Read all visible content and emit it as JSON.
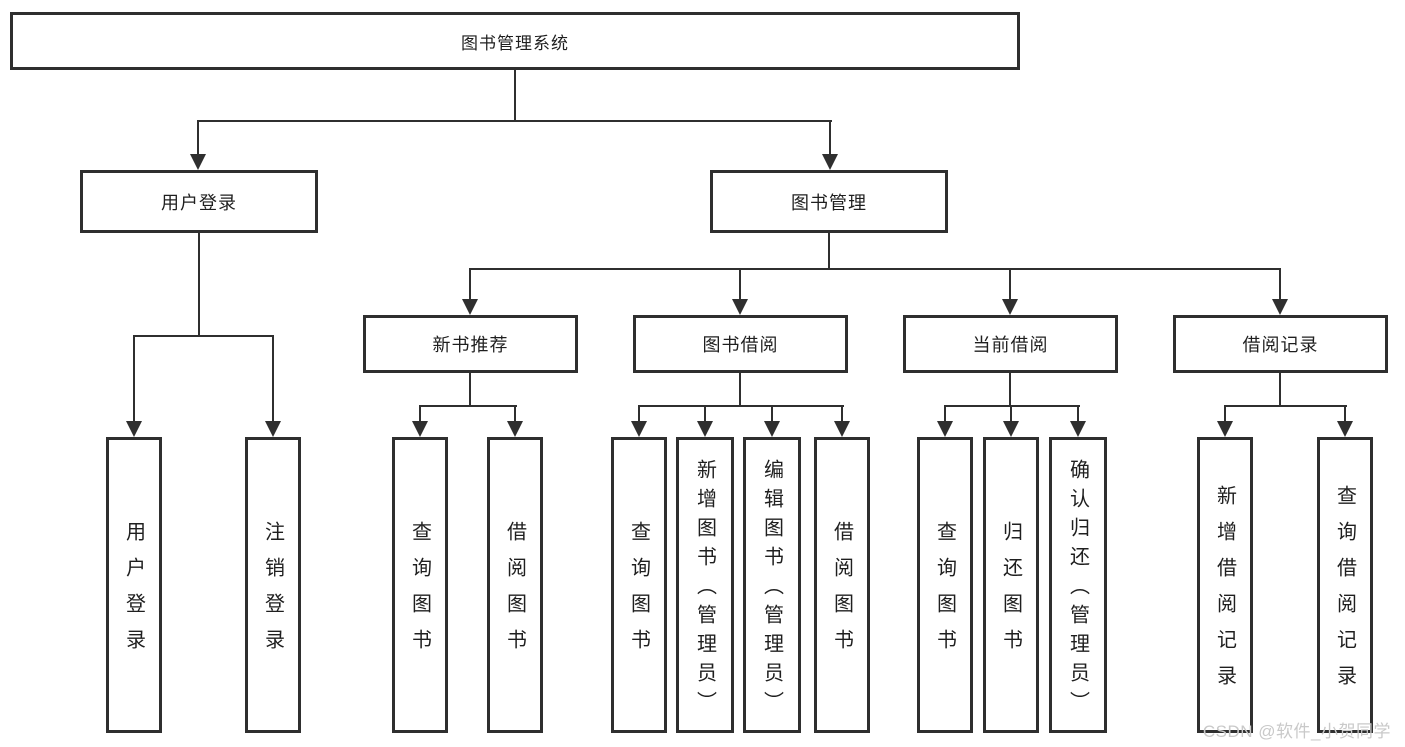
{
  "tree": {
    "root": "图书管理系统",
    "branches": [
      {
        "label": "用户登录",
        "children": [
          "用户登录",
          "注销登录"
        ]
      },
      {
        "label": "图书管理",
        "groups": [
          {
            "label": "新书推荐",
            "children": [
              "查询图书",
              "借阅图书"
            ]
          },
          {
            "label": "图书借阅",
            "children": [
              "查询图书",
              "新增图书（管理员）",
              "编辑图书（管理员）",
              "借阅图书"
            ]
          },
          {
            "label": "当前借阅",
            "children": [
              "查询图书",
              "归还图书",
              "确认归还（管理员）"
            ]
          },
          {
            "label": "借阅记录",
            "children": [
              "新增借阅记录",
              "查询借阅记录"
            ]
          }
        ]
      }
    ]
  },
  "watermark": "CSDN @软件_小贺同学",
  "colors": {
    "line": "#2f2f2f",
    "box_border": "#2f2f2f",
    "text": "#1f1f1f",
    "watermark": "#c9c9c9",
    "background": "#ffffff"
  }
}
